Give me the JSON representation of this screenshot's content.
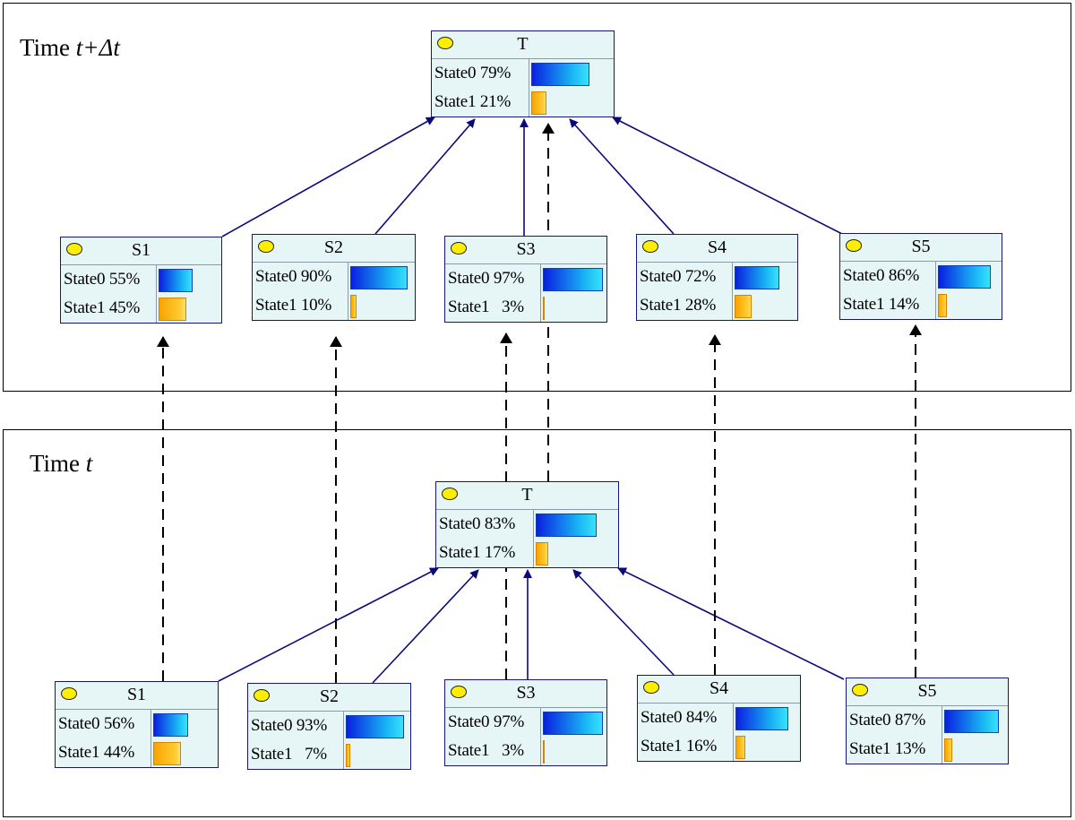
{
  "panels": {
    "top": {
      "label_prefix": "Time ",
      "label_var": "t+Δt"
    },
    "bottom": {
      "label_prefix": "Time ",
      "label_var": "t"
    }
  },
  "colors": {
    "node_fill": "#e6f5f5",
    "node_border": "#16167a",
    "edge": "#0a0a7a",
    "temporal_edge": "#000000",
    "bulb": "#ffee00",
    "state0_bar": "#1a6ef2",
    "state1_bar": "#ffb200"
  },
  "icons": {
    "node_indicator": "yellow-ellipse-icon"
  },
  "nodes": [
    {
      "id": "T_top",
      "name": "T",
      "states": [
        {
          "label": "State0",
          "pct_text": "79%",
          "value": 79
        },
        {
          "label": "State1",
          "pct_text": "21%",
          "value": 21
        }
      ]
    },
    {
      "id": "S1_top",
      "name": "S1",
      "states": [
        {
          "label": "State0",
          "pct_text": "55%",
          "value": 55
        },
        {
          "label": "State1",
          "pct_text": "45%",
          "value": 45
        }
      ]
    },
    {
      "id": "S2_top",
      "name": "S2",
      "states": [
        {
          "label": "State0",
          "pct_text": "90%",
          "value": 90
        },
        {
          "label": "State1",
          "pct_text": "10%",
          "value": 10
        }
      ]
    },
    {
      "id": "S3_top",
      "name": "S3",
      "states": [
        {
          "label": "State0",
          "pct_text": "97%",
          "value": 97
        },
        {
          "label": "State1",
          "pct_text": "  3%",
          "value": 3
        }
      ]
    },
    {
      "id": "S4_top",
      "name": "S4",
      "states": [
        {
          "label": "State0",
          "pct_text": "72%",
          "value": 72
        },
        {
          "label": "State1",
          "pct_text": "28%",
          "value": 28
        }
      ]
    },
    {
      "id": "S5_top",
      "name": "S5",
      "states": [
        {
          "label": "State0",
          "pct_text": "86%",
          "value": 86
        },
        {
          "label": "State1",
          "pct_text": "14%",
          "value": 14
        }
      ]
    },
    {
      "id": "T_bot",
      "name": "T",
      "states": [
        {
          "label": "State0",
          "pct_text": "83%",
          "value": 83
        },
        {
          "label": "State1",
          "pct_text": "17%",
          "value": 17
        }
      ]
    },
    {
      "id": "S1_bot",
      "name": "S1",
      "states": [
        {
          "label": "State0",
          "pct_text": "56%",
          "value": 56
        },
        {
          "label": "State1",
          "pct_text": "44%",
          "value": 44
        }
      ]
    },
    {
      "id": "S2_bot",
      "name": "S2",
      "states": [
        {
          "label": "State0",
          "pct_text": "93%",
          "value": 93
        },
        {
          "label": "State1",
          "pct_text": "  7%",
          "value": 7
        }
      ]
    },
    {
      "id": "S3_bot",
      "name": "S3",
      "states": [
        {
          "label": "State0",
          "pct_text": "97%",
          "value": 97
        },
        {
          "label": "State1",
          "pct_text": "  3%",
          "value": 3
        }
      ]
    },
    {
      "id": "S4_bot",
      "name": "S4",
      "states": [
        {
          "label": "State0",
          "pct_text": "84%",
          "value": 84
        },
        {
          "label": "State1",
          "pct_text": "16%",
          "value": 16
        }
      ]
    },
    {
      "id": "S5_bot",
      "name": "S5",
      "states": [
        {
          "label": "State0",
          "pct_text": "87%",
          "value": 87
        },
        {
          "label": "State1",
          "pct_text": "13%",
          "value": 13
        }
      ]
    }
  ],
  "edges": [
    {
      "from": "S1_top",
      "to": "T_top",
      "kind": "causal"
    },
    {
      "from": "S2_top",
      "to": "T_top",
      "kind": "causal"
    },
    {
      "from": "S3_top",
      "to": "T_top",
      "kind": "causal"
    },
    {
      "from": "S4_top",
      "to": "T_top",
      "kind": "causal"
    },
    {
      "from": "S5_top",
      "to": "T_top",
      "kind": "causal"
    },
    {
      "from": "S1_bot",
      "to": "T_bot",
      "kind": "causal"
    },
    {
      "from": "S2_bot",
      "to": "T_bot",
      "kind": "causal"
    },
    {
      "from": "S3_bot",
      "to": "T_bot",
      "kind": "causal"
    },
    {
      "from": "S4_bot",
      "to": "T_bot",
      "kind": "causal"
    },
    {
      "from": "S5_bot",
      "to": "T_bot",
      "kind": "causal"
    },
    {
      "from": "S1_bot",
      "to": "S1_top",
      "kind": "temporal"
    },
    {
      "from": "S2_bot",
      "to": "S2_top",
      "kind": "temporal"
    },
    {
      "from": "S3_bot",
      "to": "S3_top",
      "kind": "temporal"
    },
    {
      "from": "S4_bot",
      "to": "S4_top",
      "kind": "temporal"
    },
    {
      "from": "S5_bot",
      "to": "S5_top",
      "kind": "temporal"
    },
    {
      "from": "T_bot",
      "to": "T_top",
      "kind": "temporal"
    }
  ]
}
